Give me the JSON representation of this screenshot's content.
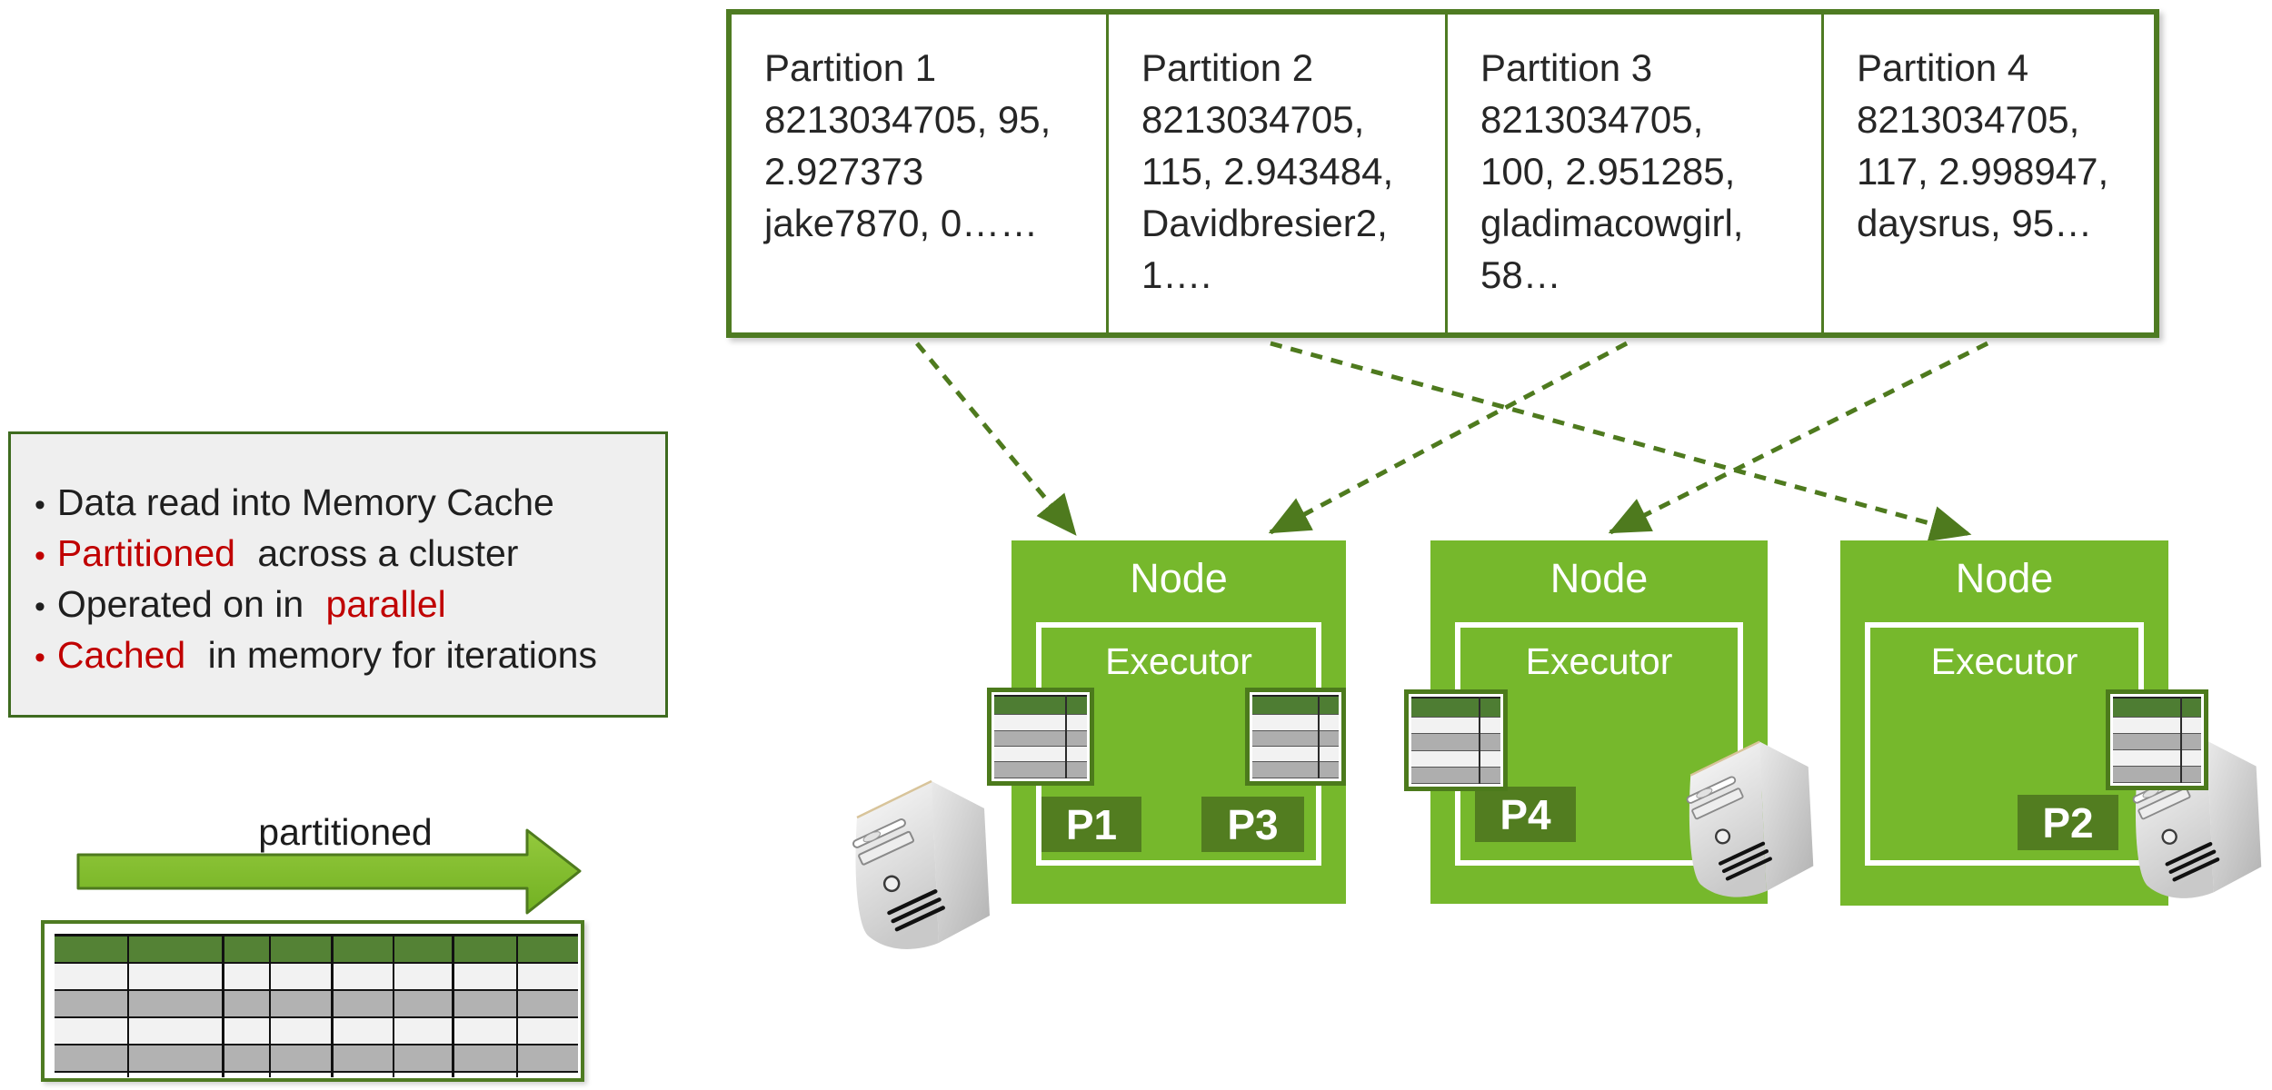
{
  "partitions_box": {
    "columns": [
      {
        "title": "Partition 1",
        "lines": [
          "8213034705, 95,",
          "2.927373",
          "jake7870, 0……"
        ]
      },
      {
        "title": "Partition 2",
        "lines": [
          "8213034705,",
          "115, 2.943484,",
          "Davidbresier2,",
          "1…."
        ]
      },
      {
        "title": "Partition 3",
        "lines": [
          "8213034705,",
          "100, 2.951285,",
          "gladimacowgirl,",
          "58…"
        ]
      },
      {
        "title": "Partition 4",
        "lines": [
          "8213034705,",
          "117, 2.998947,",
          "daysrus, 95…"
        ]
      }
    ]
  },
  "bullets": {
    "bullet_char": "•",
    "items": [
      {
        "bullet_color": "black",
        "segments": [
          {
            "text": "Data read into Memory Cache",
            "color": "black"
          }
        ]
      },
      {
        "bullet_color": "red",
        "segments": [
          {
            "text": "Partitioned",
            "color": "red"
          },
          {
            "text": " across a cluster",
            "color": "black"
          }
        ]
      },
      {
        "bullet_color": "black",
        "segments": [
          {
            "text": "Operated on in ",
            "color": "black"
          },
          {
            "text": "parallel",
            "color": "red"
          }
        ]
      },
      {
        "bullet_color": "red",
        "segments": [
          {
            "text": "Cached",
            "color": "red"
          },
          {
            "text": " in memory for iterations",
            "color": "black"
          }
        ]
      }
    ]
  },
  "partitioned_arrow": {
    "label": "partitioned"
  },
  "nodes": [
    {
      "label": "Node",
      "executor_label": "Executor",
      "partitions": [
        "P1",
        "P3"
      ]
    },
    {
      "label": "Node",
      "executor_label": "Executor",
      "partitions": [
        "P4"
      ]
    },
    {
      "label": "Node",
      "executor_label": "Executor",
      "partitions": [
        "P2"
      ]
    }
  ],
  "icons": {
    "server": "server-tower",
    "table": "data-table-grid"
  },
  "colors": {
    "bright_green": "#76b82c",
    "dark_green": "#4e7a1e",
    "p_box_green": "#527d20",
    "table_header_green": "#548235",
    "icon_header_green": "#4e7d33",
    "row_light": "#f2f2f2",
    "row_gray": "#b2b2b2",
    "bullet_box_bg": "#efefef",
    "red": "#c00000",
    "black": "#1f1f1f"
  }
}
